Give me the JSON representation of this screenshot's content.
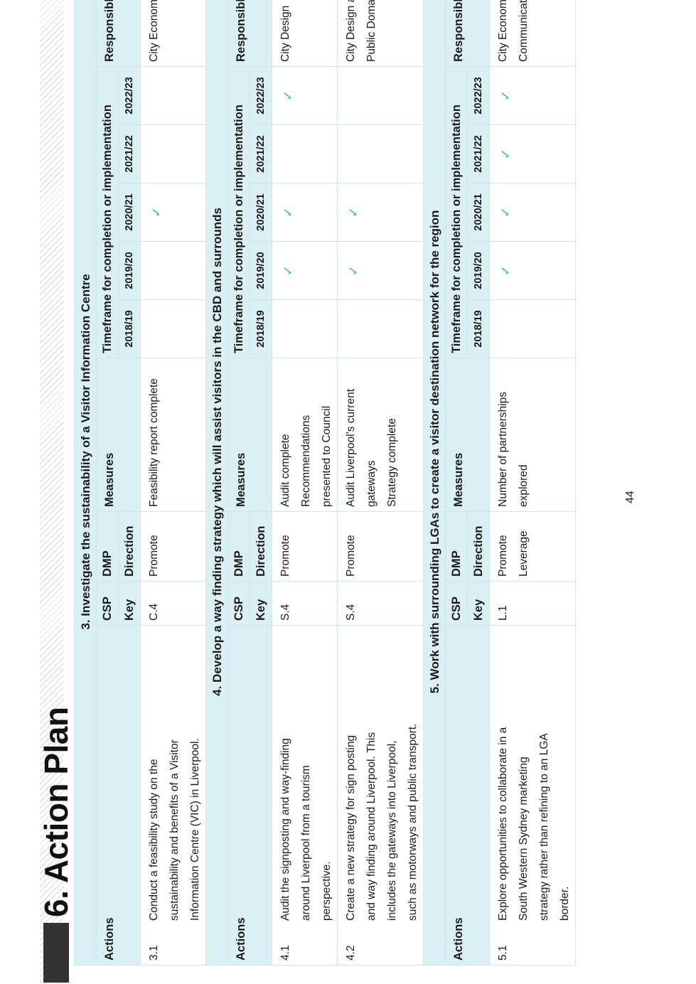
{
  "heading": "6. Action Plan",
  "page_number": "44",
  "headers": {
    "actions": "Actions",
    "csp": "CSP",
    "key": "Key",
    "dmp": "DMP",
    "direction": "Direction",
    "measures": "Measures",
    "timeframe": "Timeframe for completion or implementation",
    "responsible": "Responsible",
    "years": [
      "2018/19",
      "2019/20",
      "2020/21",
      "2021/22",
      "2022/23"
    ]
  },
  "tick": "✓",
  "sections": [
    {
      "title": "3.   Investigate the sustainability of a Visitor Information Centre",
      "rows": [
        {
          "num": "3.1",
          "action": [
            "Conduct a feasibility study on the",
            "sustainability and benefits of a Visitor",
            "Information Centre (VIC) in Liverpool."
          ],
          "csp": "C.4",
          "dmp": [
            "Promote"
          ],
          "measures": [
            "Feasibility report complete"
          ],
          "years": [
            false,
            false,
            true,
            false,
            false
          ],
          "responsible": [
            "City Economy"
          ]
        }
      ]
    },
    {
      "title": "4.   Develop a way finding strategy which will assist visitors in the CBD and surrounds",
      "rows": [
        {
          "num": "4.1",
          "action": [
            "Audit the signposting and way-finding",
            "around Liverpool from a tourism",
            "perspective."
          ],
          "csp": "S.4",
          "dmp": [
            "Promote"
          ],
          "measures": [
            "Audit complete",
            "Recommendations",
            "presented to Council"
          ],
          "years": [
            false,
            true,
            true,
            false,
            true
          ],
          "responsible": [
            "City Design"
          ]
        },
        {
          "num": "4.2",
          "action": [
            "Create a new strategy for sign posting",
            "and way finding around Liverpool.  This",
            "includes the gateways into Liverpool,",
            "such as motorways and public transport."
          ],
          "csp": "S.4",
          "dmp": [
            "Promote"
          ],
          "measures": [
            "Audit Liverpool’s current",
            "gateways",
            "Strategy complete"
          ],
          "years": [
            false,
            true,
            true,
            false,
            false
          ],
          "responsible": [
            "City Design and",
            "Public Domain"
          ]
        }
      ]
    },
    {
      "title": "5.   Work with surrounding LGAs to create a visitor destination network for the region",
      "rows": [
        {
          "num": "5.1",
          "action": [
            "Explore opportunities to collaborate in a",
            "South Western Sydney marketing",
            "strategy rather than refining to an LGA",
            "border."
          ],
          "csp": "L.1",
          "dmp": [
            "Promote",
            "Leverage"
          ],
          "measures": [
            "Number of partnerships",
            "explored"
          ],
          "years": [
            false,
            true,
            true,
            true,
            true
          ],
          "responsible": [
            "City Economy",
            "Communications"
          ]
        }
      ]
    }
  ]
}
